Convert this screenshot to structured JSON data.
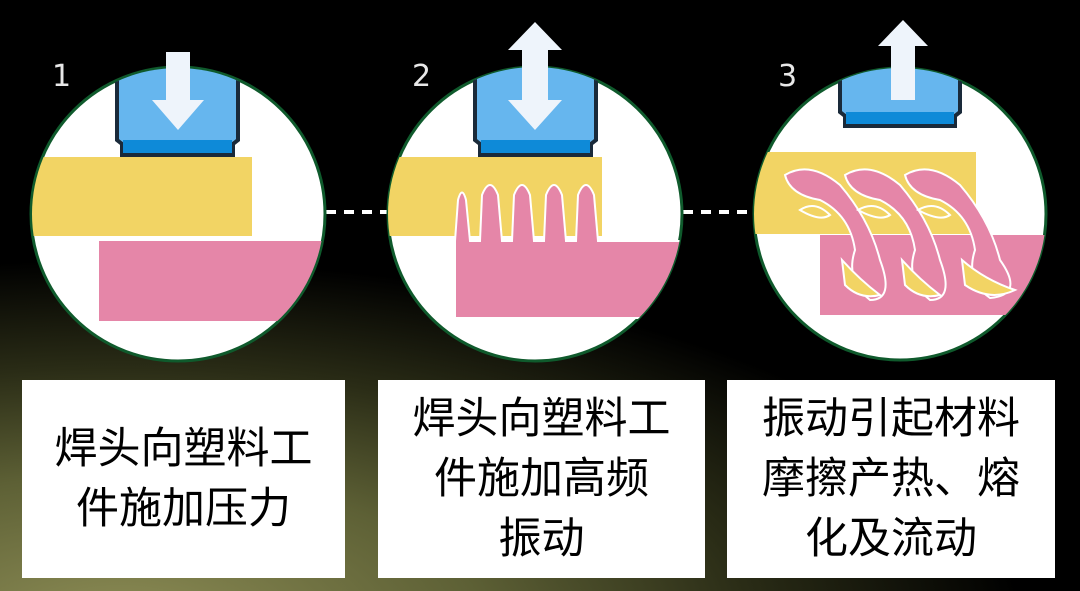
{
  "steps": [
    {
      "number": "1",
      "lines": [
        "焊头向塑料工",
        "件施加压力"
      ]
    },
    {
      "number": "2",
      "lines": [
        "焊头向塑料工",
        "件施加高频",
        "振动"
      ]
    },
    {
      "number": "3",
      "lines": [
        "振动引起材料",
        "摩擦产热、熔",
        "化及流动"
      ]
    }
  ],
  "colors": {
    "horn": "#66b6ee",
    "horn_base": "#0e8ad8",
    "upper_part": "#f2d464",
    "lower_part": "#e586a8",
    "circle_border": "#0f5a2c"
  }
}
